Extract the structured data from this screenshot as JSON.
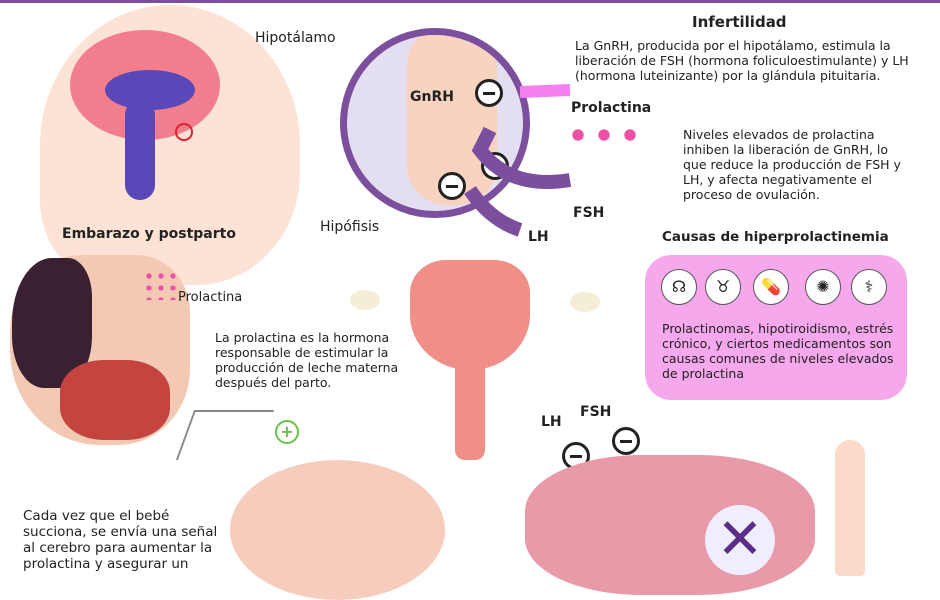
{
  "infertility": {
    "title": "Infertilidad",
    "intro": "La GnRH, producida por el hipotálamo, estimula la liberación de FSH (hormona foliculoestimulante) y LH (hormona luteinizante) por la glándula pituitaria.",
    "prolactin_label": "Prolactina",
    "effect": "Niveles elevados de prolactina inhiben la liberación de GnRH, lo que reduce la producción de FSH y LH, y afecta  negativamente el proceso de ovulación."
  },
  "brain": {
    "hypothalamus": "Hipotálamo",
    "pituitary": "Hipófisis",
    "gnrh": "GnRH",
    "fsh": "FSH",
    "lh": "LH"
  },
  "pregnancy": {
    "title": "Embarazo y postparto",
    "prolactin_label": "Prolactina",
    "description": "La prolactina es la hormona responsable de estimular la producción de leche materna después del parto.",
    "suckling": "Cada vez que el bebé succiona, se envía una señal al cerebro para aumentar la prolactina y asegurar un"
  },
  "causes": {
    "title": "Causas de hiperprolactinemia",
    "icons": [
      "tumor-icon",
      "thyroid-icon",
      "pills-icon",
      "stress-icon",
      "medication-icon"
    ],
    "text": "Prolactinomas, hipotiroidismo, estrés crónico, y ciertos medicamentos son causas comunes de niveles elevados de prolactina"
  },
  "ovary": {
    "lh": "LH",
    "fsh": "FSH"
  },
  "colors": {
    "purple": "#7b4f9e",
    "pink": "#f37ff0",
    "skin": "#f8d3c0",
    "ovary": "#e89aa8"
  }
}
